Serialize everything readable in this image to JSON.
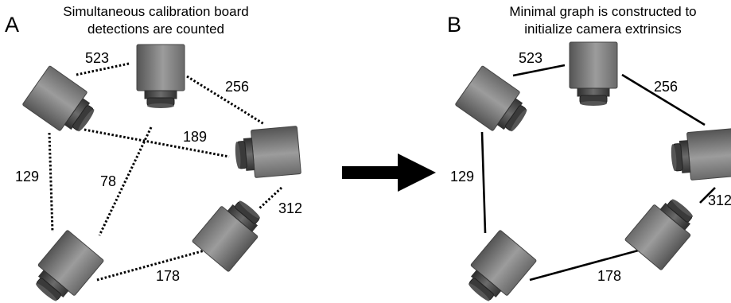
{
  "panel_a": {
    "letter": "A",
    "caption_line1": "Simultaneous calibration board",
    "caption_line2": "detections are counted",
    "edge_labels": [
      "523",
      "256",
      "189",
      "129",
      "78",
      "312",
      "178"
    ]
  },
  "panel_b": {
    "letter": "B",
    "caption_line1": "Minimal graph is constructed to",
    "caption_line2": "initialize camera extrinsics",
    "edge_labels": [
      "523",
      "256",
      "129",
      "312",
      "178"
    ]
  },
  "colors": {
    "camera_body_light": "#9a9a9a",
    "camera_body_dark": "#4a4a4a",
    "lens_dark": "#333333",
    "edge": "#000000"
  }
}
